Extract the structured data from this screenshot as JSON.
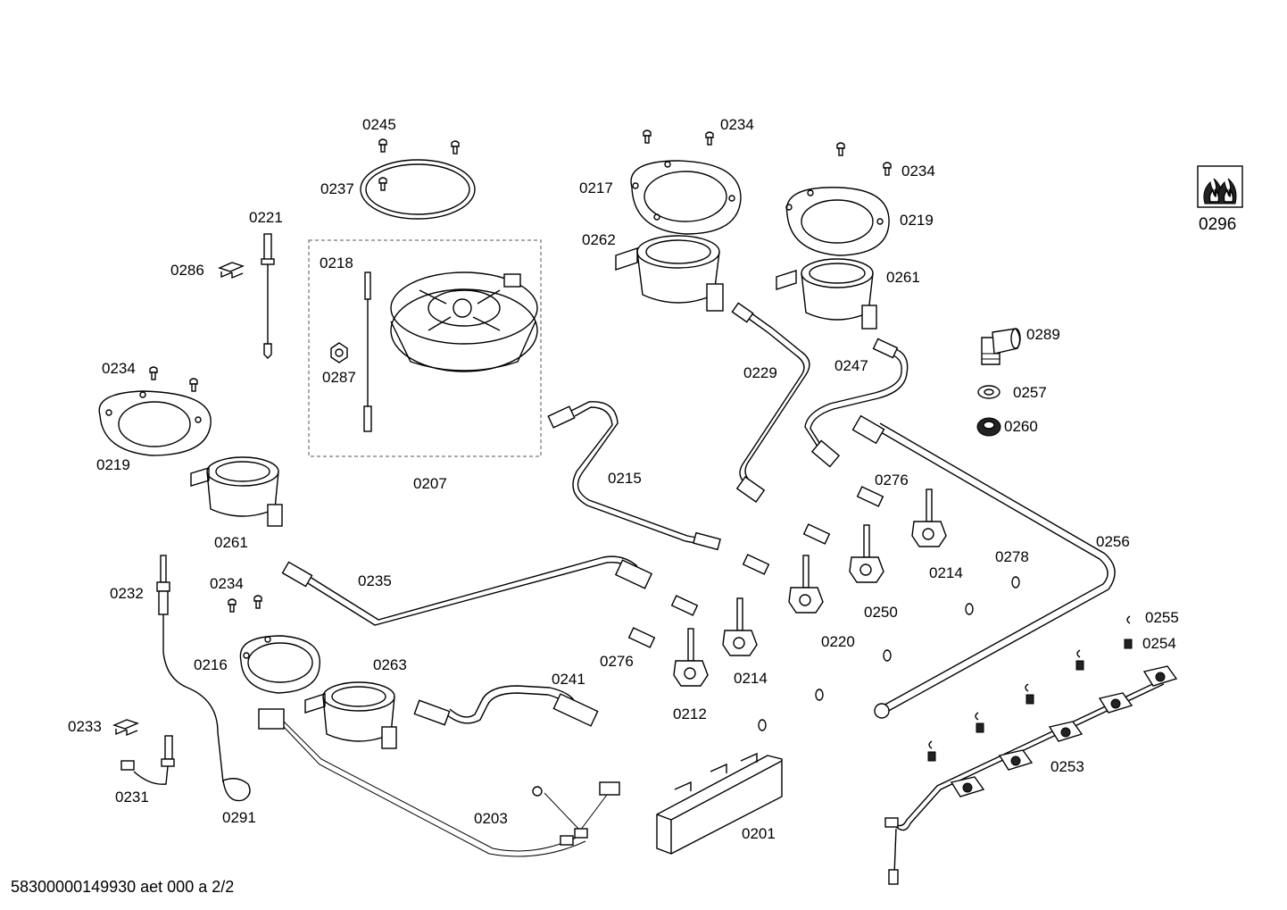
{
  "diagram": {
    "labels": {
      "p0245": "0245",
      "p0237": "0237",
      "p0221": "0221",
      "p0286": "0286",
      "p0218": "0218",
      "p0287": "0287",
      "p0207": "0207",
      "p0234_left": "0234",
      "p0219_left": "0219",
      "p0261_left": "0261",
      "p0234_top": "0234",
      "p0217": "0217",
      "p0262": "0262",
      "p0234_right": "0234",
      "p0219_right": "0219",
      "p0261_right": "0261",
      "p0296": "0296",
      "p0289": "0289",
      "p0257": "0257",
      "p0260": "0260",
      "p0229": "0229",
      "p0247": "0247",
      "p0215": "0215",
      "p0276_top": "0276",
      "p0256": "0256",
      "p0214_right": "0214",
      "p0278": "0278",
      "p0250": "0250",
      "p0220": "0220",
      "p0232": "0232",
      "p0234_bottom": "0234",
      "p0235": "0235",
      "p0216": "0216",
      "p0263": "0263",
      "p0276_bottom": "0276",
      "p0214_mid": "0214",
      "p0212": "0212",
      "p0241": "0241",
      "p0255": "0255",
      "p0254": "0254",
      "p0253": "0253",
      "p0233": "0233",
      "p0231": "0231",
      "p0291": "0291",
      "p0203": "0203",
      "p0201": "0201"
    },
    "footer": "58300000149930 aet 000 a 2/2"
  }
}
